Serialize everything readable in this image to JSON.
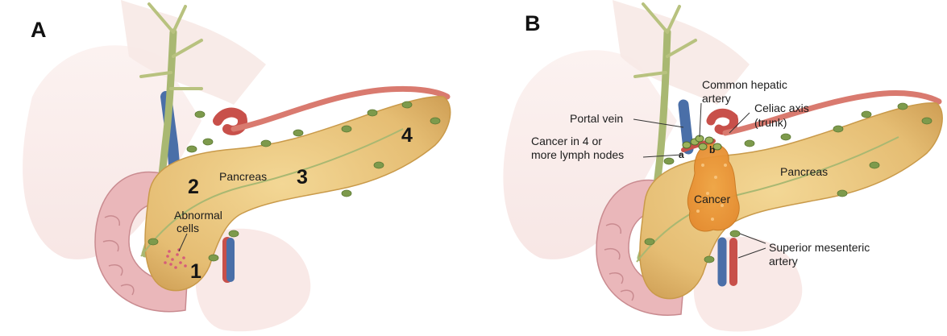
{
  "panel_a": {
    "letter": "A",
    "numbers": {
      "n1": "1",
      "n2": "2",
      "n3": "3",
      "n4": "4"
    },
    "labels": {
      "pancreas": "Pancreas",
      "abnormal_line1": "Abnormal",
      "abnormal_line2": "cells"
    }
  },
  "panel_b": {
    "letter": "B",
    "labels": {
      "common_hepatic_line1": "Common hepatic",
      "common_hepatic_line2": "artery",
      "portal_vein": "Portal vein",
      "celiac_line1": "Celiac axis",
      "celiac_line2": "(trunk)",
      "lymph_line1": "Cancer in 4 or",
      "lymph_line2": "more lymph nodes",
      "marker_a": "a",
      "marker_b": "b",
      "pancreas": "Pancreas",
      "cancer": "Cancer",
      "sma_line1": "Superior mesenteric",
      "sma_line2": "artery"
    }
  },
  "colors": {
    "pancreas": "#e7c27a",
    "pancreas_edge": "#c99a4a",
    "lymph_node": "#7d9a4c",
    "artery": "#c8504a",
    "vein": "#4a6fa8",
    "duct": "#a9b872",
    "duodenum": "#ecc2c4",
    "tumor": "#e89b3c"
  }
}
